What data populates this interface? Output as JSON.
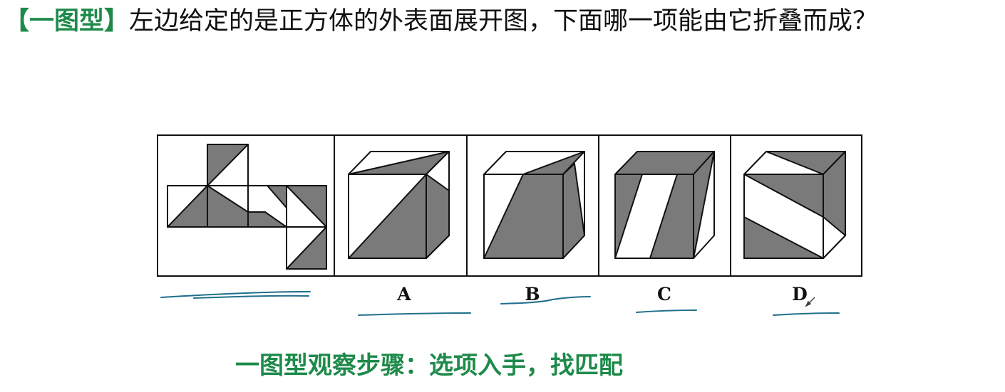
{
  "header": {
    "tag": "【一图型】",
    "question": "左边给定的是正方体的外表面展开图，下面哪一项能由它折叠而成？"
  },
  "options": [
    {
      "label": "A"
    },
    {
      "label": "B"
    },
    {
      "label": "C"
    },
    {
      "label": "D"
    }
  ],
  "footer": {
    "text": "一图型观察步骤：选项入手，找匹配"
  },
  "colors": {
    "accent_green": "#1e8a4a",
    "face_fill_gray": "#7a7a7a",
    "annotation_blue": "#1f6f8b"
  }
}
